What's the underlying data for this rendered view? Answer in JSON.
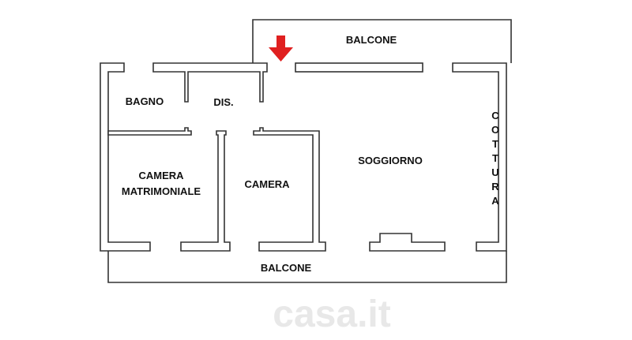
{
  "plan": {
    "rooms": {
      "balcone_top": "BALCONE",
      "bagno": "BAGNO",
      "dis": "DIS.",
      "camera_matrimoniale_1": "CAMERA",
      "camera_matrimoniale_2": "MATRIMONIALE",
      "camera": "CAMERA",
      "soggiorno": "SOGGIORNO",
      "cottura": [
        "C",
        "O",
        "T",
        "T",
        "U",
        "R",
        "A"
      ],
      "balcone_bottom": "BALCONE"
    },
    "watermark": "casa.it",
    "entrance_arrow_color": "#e02020"
  }
}
